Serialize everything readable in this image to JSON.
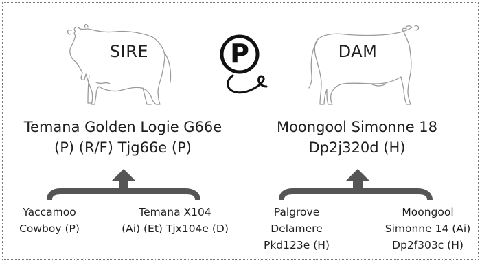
{
  "sire": {
    "label": "SIRE",
    "name_line1": "Temana Golden Logie G66e",
    "name_line2": "(P) (R/F) Tjg66e (P)",
    "parents": [
      {
        "lines": [
          "Yaccamoo",
          "Cowboy (P)"
        ]
      },
      {
        "lines": [
          "Temana X104",
          "(Ai) (Et) Tjx104e (D)"
        ]
      }
    ]
  },
  "dam": {
    "label": "DAM",
    "name_line1": "Moongool Simonne 18",
    "name_line2": "Dp2j320d (H)",
    "parents": [
      {
        "lines": [
          "Palgrove",
          "Delamere",
          "Pkd123e (H)"
        ]
      },
      {
        "lines": [
          "Moongool",
          "Simonne 14 (Ai)",
          "Dp2f303c (H)"
        ]
      }
    ]
  },
  "logo": {
    "letter": "P"
  },
  "colors": {
    "bracket": "#555555",
    "outline": "#9a9a9a",
    "text": "#1e1e1e"
  }
}
